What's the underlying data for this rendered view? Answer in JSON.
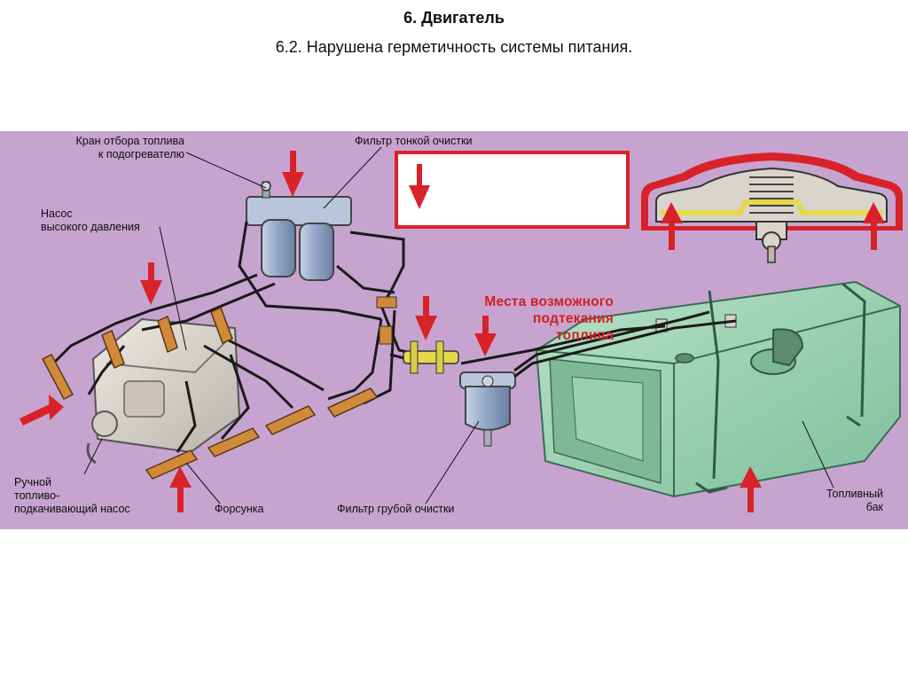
{
  "header": {
    "title": "6. Двигатель",
    "subtitle": "6.2. Нарушена герметичность системы питания."
  },
  "diagram": {
    "colors": {
      "background": "#c7a4cf",
      "arrow": "#d8222a",
      "tank": "#9cd2b2",
      "engine": "#d9d4cc",
      "filter": "#9fb2cf",
      "injector": "#d08a3a",
      "pipe": "#1a1a1a"
    },
    "legend": {
      "line1": "Места возможного",
      "line2": "подтекания",
      "line3": "топлива"
    },
    "labels": {
      "tap_line1": "Кран отбора топлива",
      "tap_line2": "к подогревателю",
      "fine_filter": "Фильтр тонкой очистки",
      "hp_pump_line1": "Насос",
      "hp_pump_line2": "высокого давления",
      "hand_pump_line1": "Ручной",
      "hand_pump_line2": "топливо-",
      "hand_pump_line3": "подкачивающий насос",
      "injector": "Форсунка",
      "coarse_filter": "Фильтр грубой очистки",
      "tank_line1": "Топливный",
      "tank_line2": "бак"
    }
  }
}
